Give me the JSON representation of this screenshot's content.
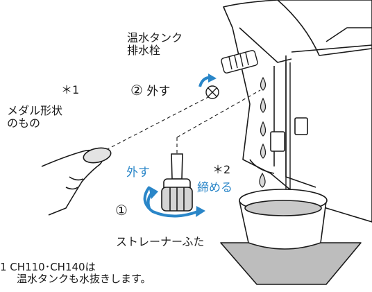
{
  "labels": {
    "hot_tank_drain_line1": "温水タンク",
    "hot_tank_drain_line2": "排水栓",
    "step2_number": "②",
    "step2_action": "外す",
    "note1_marker": "＊1",
    "medal_line1": "メダル形状",
    "medal_line2": "のもの",
    "remove_label": "外す",
    "note2_marker": "＊2",
    "tighten_label": "締める",
    "step1_number": "①",
    "strainer_cap": "ストレーナーふた",
    "footnote_line1": "1 CH110･CH140は",
    "footnote_line2": "温水タンクも水抜きします。"
  },
  "colors": {
    "accent_blue": "#2a86c8",
    "line": "#1a1a1a",
    "water_gray": "#c9c9c9",
    "mat_gray": "#bdbdbd"
  }
}
